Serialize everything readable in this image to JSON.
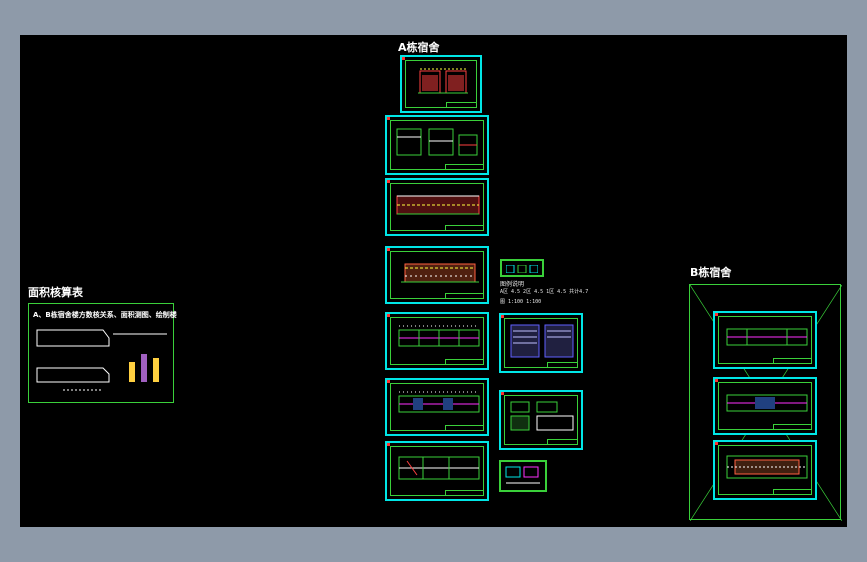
{
  "labels": {
    "a_building": "A栋宿舍",
    "b_building": "B栋宿舍",
    "area_calc": "面积核算表",
    "area_sub": "A、B栋宿舍楼方数核关系、面积测图、绘制楼",
    "legend_title": "图例说明",
    "legend_line1": "A区 4.5  2区 4.5  1区 4.5  共计4.7",
    "legend_line2": "图 1:100   1:100"
  },
  "colors": {
    "canvas": "#000000",
    "frame_cyan": "#00e6e6",
    "frame_green": "#3ad03a",
    "frame_magenta": "#ff30ff",
    "desktop": "#8e9aa9"
  }
}
